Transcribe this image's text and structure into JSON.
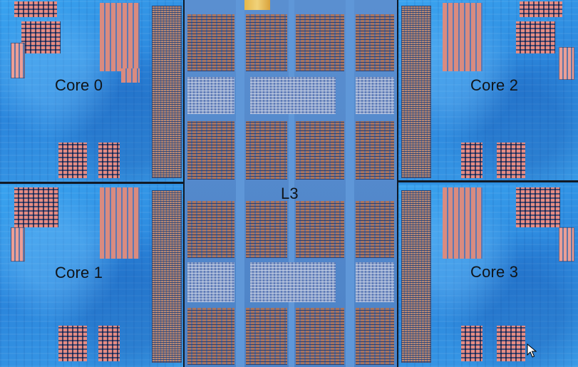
{
  "die_photo": {
    "labels": {
      "core0": "Core 0",
      "core1": "Core 1",
      "core2": "Core 2",
      "core3": "Core 3",
      "l3": "L3"
    },
    "colors": {
      "core_blue": "#2f8fe0",
      "l3_blue": "#4d83c7",
      "sram_red": "#d98b80",
      "divider": "#111a26"
    },
    "pointer_icon": "mouse-cursor-icon"
  }
}
